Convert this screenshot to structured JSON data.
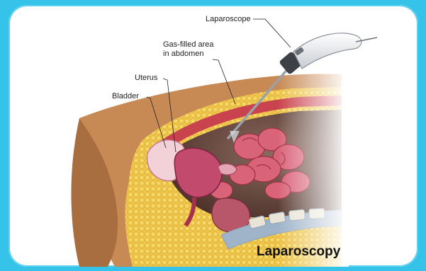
{
  "title": "Laparoscopy",
  "labels": {
    "laparoscope": "Laparoscope",
    "gas_line1": "Gas-filled area",
    "gas_line2": "in abdomen",
    "uterus": "Uterus",
    "bladder": "Bladder"
  },
  "colors": {
    "background": "#35c3ea",
    "panel": "#ffffff",
    "skin": "#c88a55",
    "fat": "#f1c84b",
    "muscle": "#c9434e",
    "abdominal_cavity": "#6b4a3f",
    "intestine": "#d9647a",
    "uterus": "#c24a6c",
    "bladder": "#f3d1d8"
  }
}
